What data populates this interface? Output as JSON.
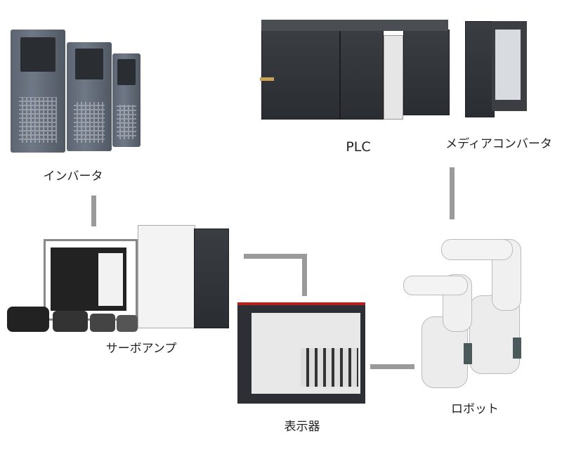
{
  "labels": {
    "inverter": "インバータ",
    "plc": "PLC",
    "media_converter": "メディアコンバータ",
    "servo_amp": "サーボアンプ",
    "display": "表示器",
    "robot": "ロボット"
  },
  "colors": {
    "connector": "#9a9a9a",
    "device_dark": "#2a2d31",
    "inverter_body": "#6f7886",
    "robot_white": "#eeeeee",
    "hmi_frame": "#b52020"
  }
}
